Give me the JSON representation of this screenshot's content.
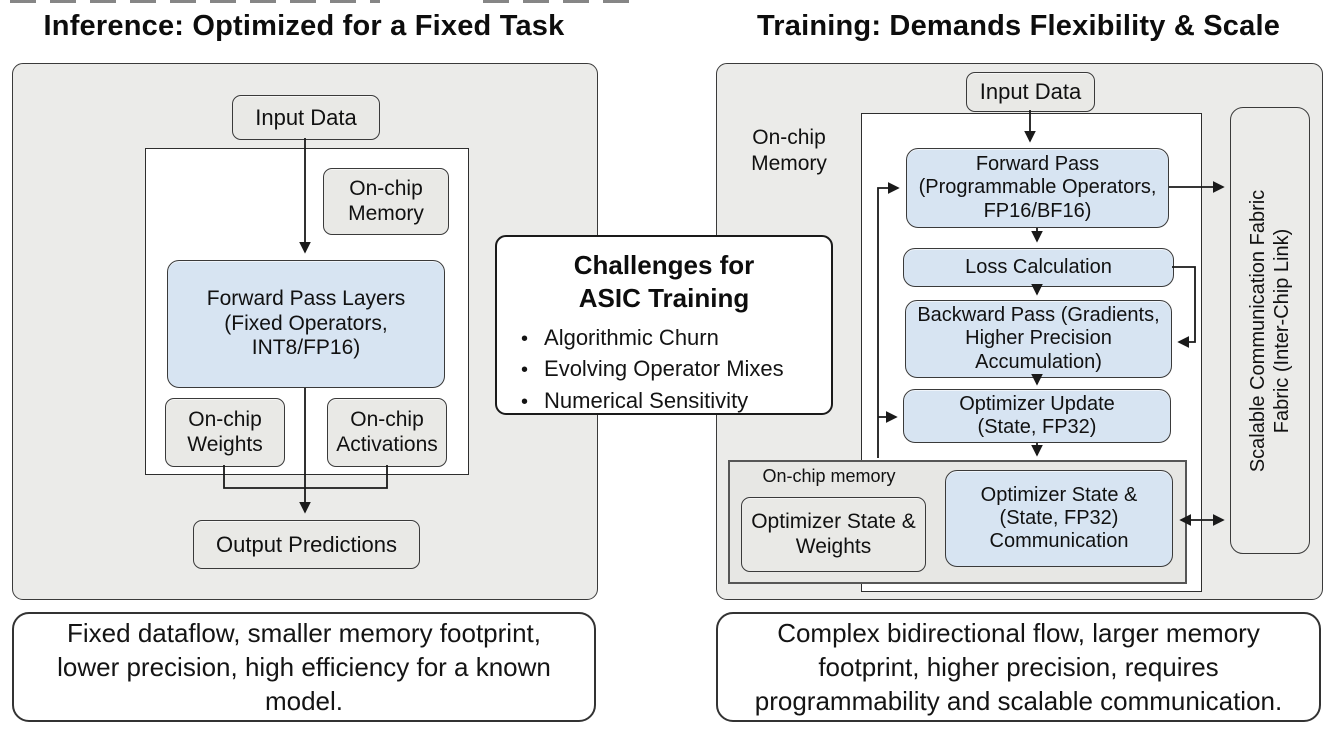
{
  "colors": {
    "container_bg": "#ebebe9",
    "gray_box_bg": "#e9e9e6",
    "blue_box_bg": "#d7e4f2",
    "border": "#3a3a3a",
    "text": "#111111",
    "white_panel": "#ffffff"
  },
  "left": {
    "title": "Inference: Optimized for a Fixed Task",
    "input_data": "Input Data",
    "onchip_memory": "On-chip Memory",
    "forward_pass": "Forward Pass Layers (Fixed Operators, INT8/FP16)",
    "onchip_weights": "On-chip Weights",
    "onchip_activations": "On-chip Activations",
    "output_predictions": "Output Predictions",
    "caption": "Fixed dataflow, smaller memory footprint, lower precision, high efficiency for a known model."
  },
  "center": {
    "title_line1": "Challenges for",
    "title_line2": "ASIC Training",
    "bullets": [
      "Algorithmic Churn",
      "Evolving Operator Mixes",
      "Numerical Sensitivity"
    ]
  },
  "right": {
    "title": "Training: Demands Flexibility & Scale",
    "input_data": "Input Data",
    "onchip_memory_label": "On-chip Memory",
    "forward_pass": "Forward Pass (Programmable Operators, FP16/BF16)",
    "loss_calculation": "Loss Calculation",
    "backward_pass": "Backward Pass (Gradients, Higher Precision Accumulation)",
    "optimizer_update": "Optimizer Update (State, FP32)",
    "memory_container_label": "On-chip memory",
    "optimizer_state_weights": "Optimizer State & Weights",
    "optimizer_state_comm": "Optimizer State & (State, FP32) Communication",
    "fabric_line1": "Scalable Communication Fabric",
    "fabric_line2": "Fabric (Inter-Chip Link)",
    "caption": "Complex bidirectional flow, larger memory footprint, higher precision, requires programmability and scalable communication."
  }
}
